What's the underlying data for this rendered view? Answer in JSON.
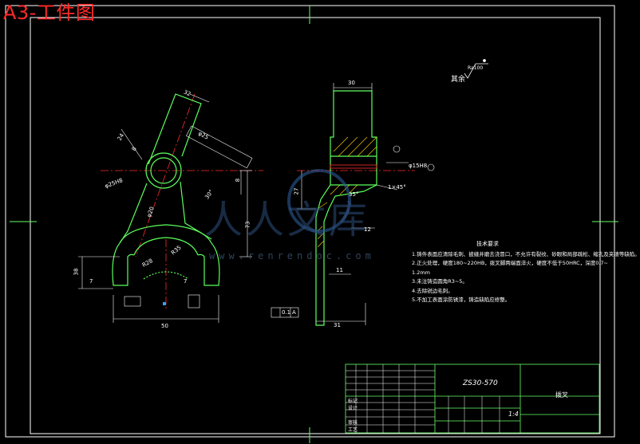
{
  "header": {
    "title": "A3-工件图"
  },
  "watermark": {
    "site": "www.renrendoc.com",
    "brand": "人人文库"
  },
  "technical_requirements": {
    "title": "技术要求",
    "items": [
      "1.铸件表面应清除毛刺、披缝并磨去浇冒口，不允许有裂纹、砂眼和局部疏松、缩孔及夹渣等缺陷。",
      "2.正火处理，硬度180~220HB，拨叉脚两端面淬火，硬度不低于50HRC，深度0.7~",
      "1.2mm",
      "3.未注铸造圆角R3~5。",
      "4.去除锐边毛刺。",
      "5.不加工表面涂防锈漆，铸造缺陷应修整。"
    ]
  },
  "surface_finish_note": {
    "label": "其余",
    "roughness": "Ra100"
  },
  "title_block": {
    "drawing_number": "ZS30-570",
    "part_name": "拨叉",
    "scale": "1:4",
    "row_labels": [
      "标记",
      "设计",
      "审核",
      "工艺"
    ]
  },
  "dimensions": {
    "front_width": "50",
    "left_height": "38",
    "small_offset": "7",
    "right_small": "7",
    "radius_big": "R28",
    "radius_small": "R35",
    "length_73": "73",
    "length_8": "8",
    "side_width": "30",
    "side_bottom": "31",
    "side_12": "12",
    "side_27": "27",
    "side_11": "11",
    "side_35deg": "35°",
    "bore": "φ15H8",
    "chamfer": "1×45°",
    "tol_box": "0.1",
    "datum": "A",
    "angle_label": "30°",
    "len_32": "32",
    "len_24": "24",
    "len_8b": "8",
    "phi_label": "φ25",
    "phi_dim2": "φ25H8",
    "phi_ctr": "φ20"
  }
}
